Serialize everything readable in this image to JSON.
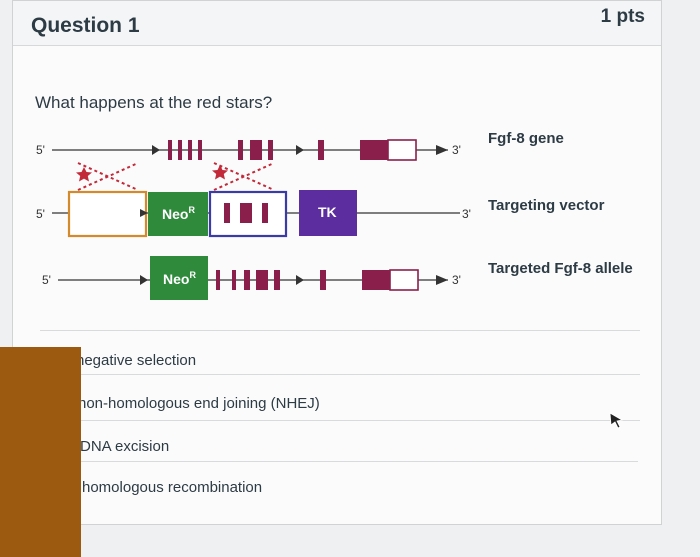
{
  "question": {
    "title": "Question 1",
    "points": "1 pts",
    "text": "What happens at the red stars?"
  },
  "diagram": {
    "rows": [
      {
        "five_prime": "5'",
        "three_prime": "3'",
        "label": "Fgf-8 gene"
      },
      {
        "five_prime": "5'",
        "three_prime": "3'",
        "label": "Targeting vector"
      },
      {
        "five_prime": "5'",
        "three_prime": "3'",
        "label": "Targeted Fgf-8 allele"
      }
    ],
    "neo_label": "Neo",
    "neo_superscript": "R",
    "tk_label": "TK",
    "colors": {
      "exon": "#8b1f4b",
      "neo": "#2f8a3c",
      "tk": "#5b2d9e",
      "homology_left": "#d4892a",
      "homology_right": "#3a3aa8",
      "star": "#c22a3a",
      "line": "#333333"
    }
  },
  "answers": [
    {
      "label": "negative selection"
    },
    {
      "label": "non-homologous end joining (NHEJ)"
    },
    {
      "label": "DNA excision"
    },
    {
      "label": "homologous recombination"
    }
  ]
}
